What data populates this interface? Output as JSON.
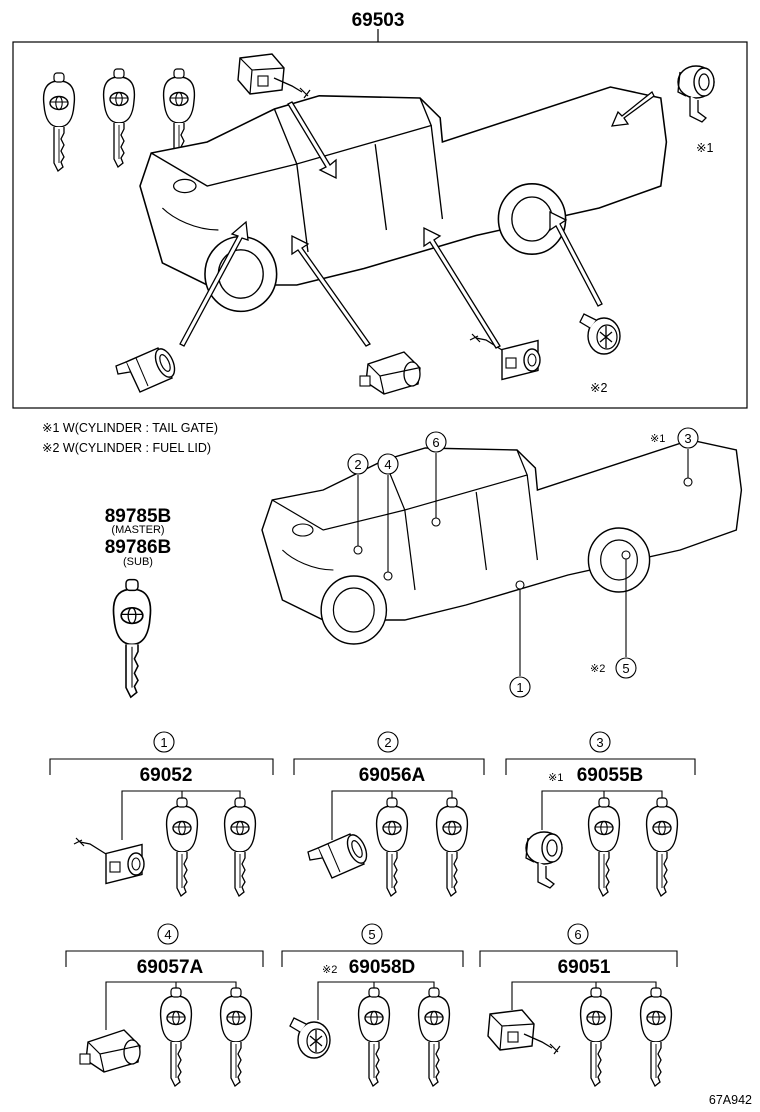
{
  "top_assembly": {
    "part_number": "69503"
  },
  "notes": {
    "n1": "※1  W(CYLINDER : TAIL GATE)",
    "n2": "※2  W(CYLINDER : FUEL LID)",
    "mark1": "※1",
    "mark2": "※2"
  },
  "keys": {
    "master_pn": "89785B",
    "master_label": "(MASTER)",
    "sub_pn": "89786B",
    "sub_label": "(SUB)"
  },
  "callouts": [
    "1",
    "2",
    "3",
    "4",
    "5",
    "6"
  ],
  "groups": [
    {
      "index": "1",
      "prefix": "",
      "part_number": "69052"
    },
    {
      "index": "2",
      "prefix": "",
      "part_number": "69056A"
    },
    {
      "index": "3",
      "prefix": "※1",
      "part_number": "69055B"
    },
    {
      "index": "4",
      "prefix": "",
      "part_number": "69057A"
    },
    {
      "index": "5",
      "prefix": "※2",
      "part_number": "69058D"
    },
    {
      "index": "6",
      "prefix": "",
      "part_number": "69051"
    }
  ],
  "figure_code": "67A942",
  "colors": {
    "line": "#000000",
    "background": "#ffffff"
  }
}
